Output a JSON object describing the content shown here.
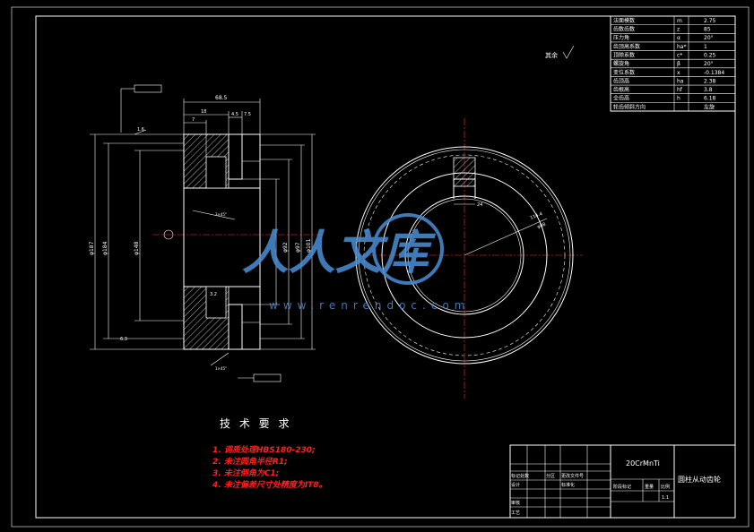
{
  "params_table": {
    "rows": [
      {
        "label": "法面模数",
        "sym": "m",
        "value": "2.75"
      },
      {
        "label": "齿数齿数",
        "sym": "z",
        "value": "85"
      },
      {
        "label": "压力角",
        "sym": "α",
        "value": "20°"
      },
      {
        "label": "齿顶高系数",
        "sym": "ha*",
        "value": "1"
      },
      {
        "label": "顶隙系数",
        "sym": "c*",
        "value": "0.25"
      },
      {
        "label": "螺旋角",
        "sym": "β",
        "value": "20°"
      },
      {
        "label": "变位系数",
        "sym": "x",
        "value": "-0.1384"
      },
      {
        "label": "齿顶高",
        "sym": "ha",
        "value": "2.38"
      },
      {
        "label": "齿根高",
        "sym": "hf",
        "value": "3.8"
      },
      {
        "label": "全齿高",
        "sym": "h",
        "value": "6.18"
      },
      {
        "label": "轮齿倾斜方向",
        "sym": "",
        "value": "左旋"
      }
    ]
  },
  "roughness_note": "其余",
  "dims": {
    "d1": "φ187",
    "d2": "φ184",
    "d3": "φ148",
    "d4": "φ101",
    "d5": "φ97",
    "d6": "φ92",
    "len": "68.5",
    "w1": "18",
    "w2": "4.5",
    "w3": "7.5",
    "w4": "7",
    "ch1": "3×45°",
    "ch2": "1×45°",
    "ra1": "1.6",
    "ra2": "3.2",
    "ra3": "6.3",
    "key_w": "24",
    "key_h": "114.4",
    "bore": "φ88"
  },
  "tech": {
    "title": "技 术 要 求",
    "items": [
      "1. 调质处理HBS180-230;",
      "2. 未注圆角半径R1;",
      "3. 未注倒角为C1;",
      "4. 未注偏差尺寸处精度为IT8。"
    ]
  },
  "title_block": {
    "material": "20CrMnTi",
    "part_name": "圆柱从动齿轮",
    "cells": [
      "标记处数",
      "分区",
      "更改文件号",
      "设计",
      "标准化",
      "审核",
      "工艺",
      "阶段标记",
      "重量",
      "比例",
      "1:1"
    ]
  },
  "watermark": {
    "logo_text": "人人文库",
    "url_text": "www.renrendoc.com"
  },
  "colors": {
    "background": "#000000",
    "lines": "#ffffff",
    "notes": "#ff2020",
    "watermark": "#4a8fd6"
  }
}
